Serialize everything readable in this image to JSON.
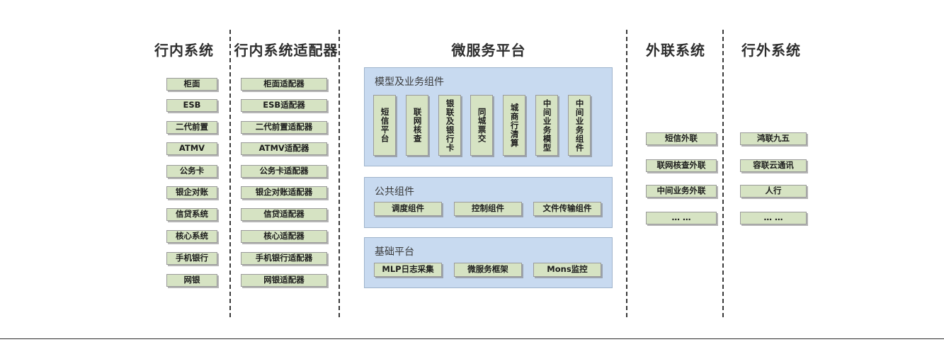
{
  "diagram": {
    "columns": [
      {
        "id": "in-bank-systems",
        "title": "行内系统",
        "items": [
          "柜面",
          "ESB",
          "二代前置",
          "ATMV",
          "公务卡",
          "银企对账",
          "信贷系统",
          "核心系统",
          "手机银行",
          "网银"
        ]
      },
      {
        "id": "in-bank-adapters",
        "title": "行内系统适配器",
        "items": [
          "柜面适配器",
          "ESB适配器",
          "二代前置适配器",
          "ATMV适配器",
          "公务卡适配器",
          "银企对账适配器",
          "信贷适配器",
          "核心适配器",
          "手机银行适配器",
          "网银适配器"
        ]
      },
      {
        "id": "microservice-platform",
        "title": "微服务平台"
      },
      {
        "id": "external-link-systems",
        "title": "外联系统",
        "items": [
          "短信外联",
          "联网核查外联",
          "中间业务外联",
          "… …"
        ]
      },
      {
        "id": "out-bank-systems",
        "title": "行外系统",
        "items": [
          "鸿联九五",
          "容联云通讯",
          "人行",
          "… …"
        ]
      }
    ],
    "platform_groups": [
      {
        "id": "model-business-components",
        "title": "模型及业务组件",
        "orientation": "vertical",
        "items": [
          "短信平台",
          "联网核查",
          "银联及银行卡",
          "同城票交",
          "城商行清算",
          "中间业务模型",
          "中间业务组件"
        ]
      },
      {
        "id": "public-components",
        "title": "公共组件",
        "orientation": "horizontal",
        "items": [
          "调度组件",
          "控制组件",
          "文件传输组件"
        ]
      },
      {
        "id": "base-platform",
        "title": "基础平台",
        "orientation": "horizontal",
        "items": [
          "MLP日志采集",
          "微服务框架",
          "Mons监控"
        ]
      }
    ],
    "colors": {
      "node_fill": "#d6e3c3",
      "node_border": "#9a9a9a",
      "panel_fill": "#c8daf0",
      "panel_border": "#9fb4cc",
      "title_text": "#2e2e2e",
      "separator": "#3a3a3a"
    }
  }
}
